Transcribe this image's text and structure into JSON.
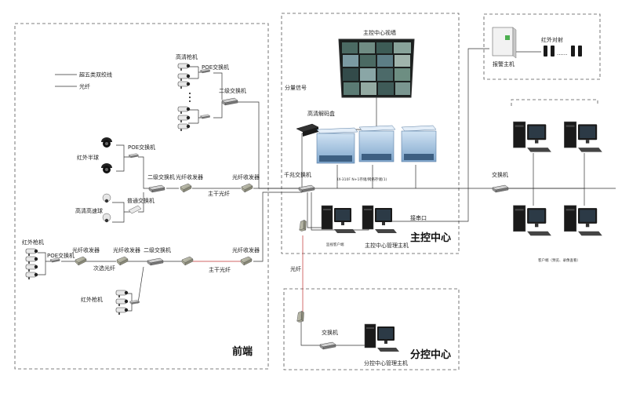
{
  "legend": {
    "cat5": "超五类双绞线",
    "fiber": "光纤"
  },
  "zones": {
    "front_end": "前端",
    "main_center": "主控中心",
    "sub_center": "分控中心"
  },
  "front": {
    "hd_gun": "高清枪机",
    "poe_switch_top": "POE交换机",
    "l2_switch_top": "二级交换机",
    "ir_dome": "红外半球",
    "poe_switch_mid": "POE交换机",
    "l2_switch_mid": "二级交换机",
    "fiber_tx_mid": "光纤收发器",
    "fiber_tx_main1": "光纤收发器",
    "trunk_fiber_1": "主干光纤",
    "hd_speed_dome": "高清高速球",
    "normal_switch": "普通交换机",
    "ir_gun_left": "红外枪机",
    "poe_switch_left": "POE交换机",
    "fiber_tx_a": "光纤收发器",
    "fiber_tx_b": "光纤收发器",
    "l2_switch_bottom": "二级交换机",
    "fiber_tx_main2": "光纤收发器",
    "secondary_fiber": "次选光纤",
    "trunk_fiber_2": "主干光纤",
    "ir_gun_bottom": "红外枪机"
  },
  "main": {
    "video_wall": "主控中心视墙",
    "split_signal": "分量信号",
    "hd_decoder": "高清解码盒",
    "storage_caption": "IX-310F N+1存储/网络存储(1)",
    "gigabit_switch": "千兆交换机",
    "client_pc": "监视客户端",
    "mgmt_host": "主控中心管理主机",
    "alarm_port": "接串口"
  },
  "right": {
    "alarm_host": "报警主机",
    "ir_beam": "红外对射",
    "ellipsis": "......",
    "switch": "交换机",
    "client_caption": "客户端（预览、录像查看）"
  },
  "sub": {
    "fiber": "光纤",
    "switch": "交换机",
    "mgmt_host": "分控中心管理主机"
  }
}
